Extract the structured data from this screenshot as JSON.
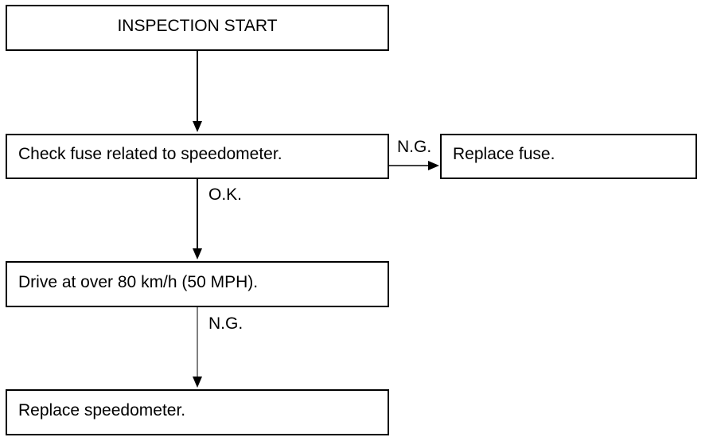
{
  "flowchart": {
    "start": "INSPECTION START",
    "check_fuse": "Check fuse related to speedometer.",
    "replace_fuse": "Replace fuse.",
    "drive": "Drive at over 80 km/h (50 MPH).",
    "replace_speedometer": "Replace speedometer."
  },
  "edges": {
    "fuse_ng": "N.G.",
    "fuse_ok": "O.K.",
    "drive_ng": "N.G."
  },
  "colors": {
    "line": "#000000",
    "background": "#ffffff"
  }
}
